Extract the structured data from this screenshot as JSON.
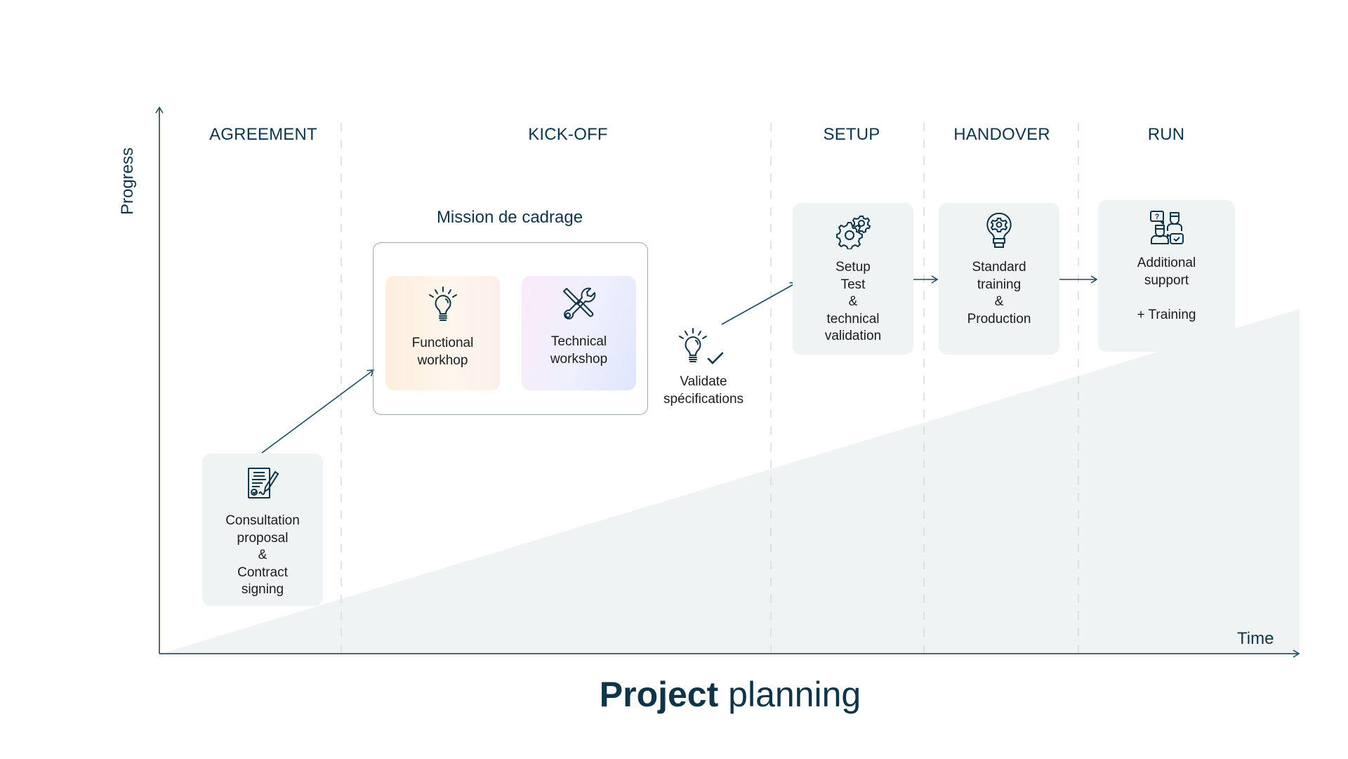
{
  "axes": {
    "y_label": "Progress",
    "x_label": "Time"
  },
  "phases": [
    {
      "label": "AGREEMENT"
    },
    {
      "label": "KICK-OFF"
    },
    {
      "label": "SETUP"
    },
    {
      "label": "HANDOVER"
    },
    {
      "label": "RUN"
    }
  ],
  "steps": {
    "consultation": {
      "icon": "contract-signing-icon",
      "text": "Consultation\nproposal\n&\nContract\nsigning"
    },
    "mission": {
      "title": "Mission de cadrage",
      "functional": {
        "icon": "lightbulb-icon",
        "text": "Functional\nworkhop"
      },
      "technical": {
        "icon": "wrench-screwdriver-icon",
        "text": "Technical\nworkshop"
      }
    },
    "validate": {
      "icon": "lightbulb-check-icon",
      "text": "Validate\nspécifications"
    },
    "setup": {
      "icon": "gears-icon",
      "text": "Setup\nTest\n&\ntechnical\nvalidation"
    },
    "handover": {
      "icon": "lightbulb-gear-icon",
      "text": "Standard\ntraining\n&\nProduction"
    },
    "run": {
      "icon": "support-people-icon",
      "text": "Additional\nsupport\n\n+ Training"
    }
  },
  "title": {
    "bold": "Project",
    "regular": " planning"
  },
  "colors": {
    "primary": "#0f3446",
    "card_bg": "#f0f3f4",
    "progress_area": "#f0f3f4",
    "divider": "#d5dadd"
  }
}
